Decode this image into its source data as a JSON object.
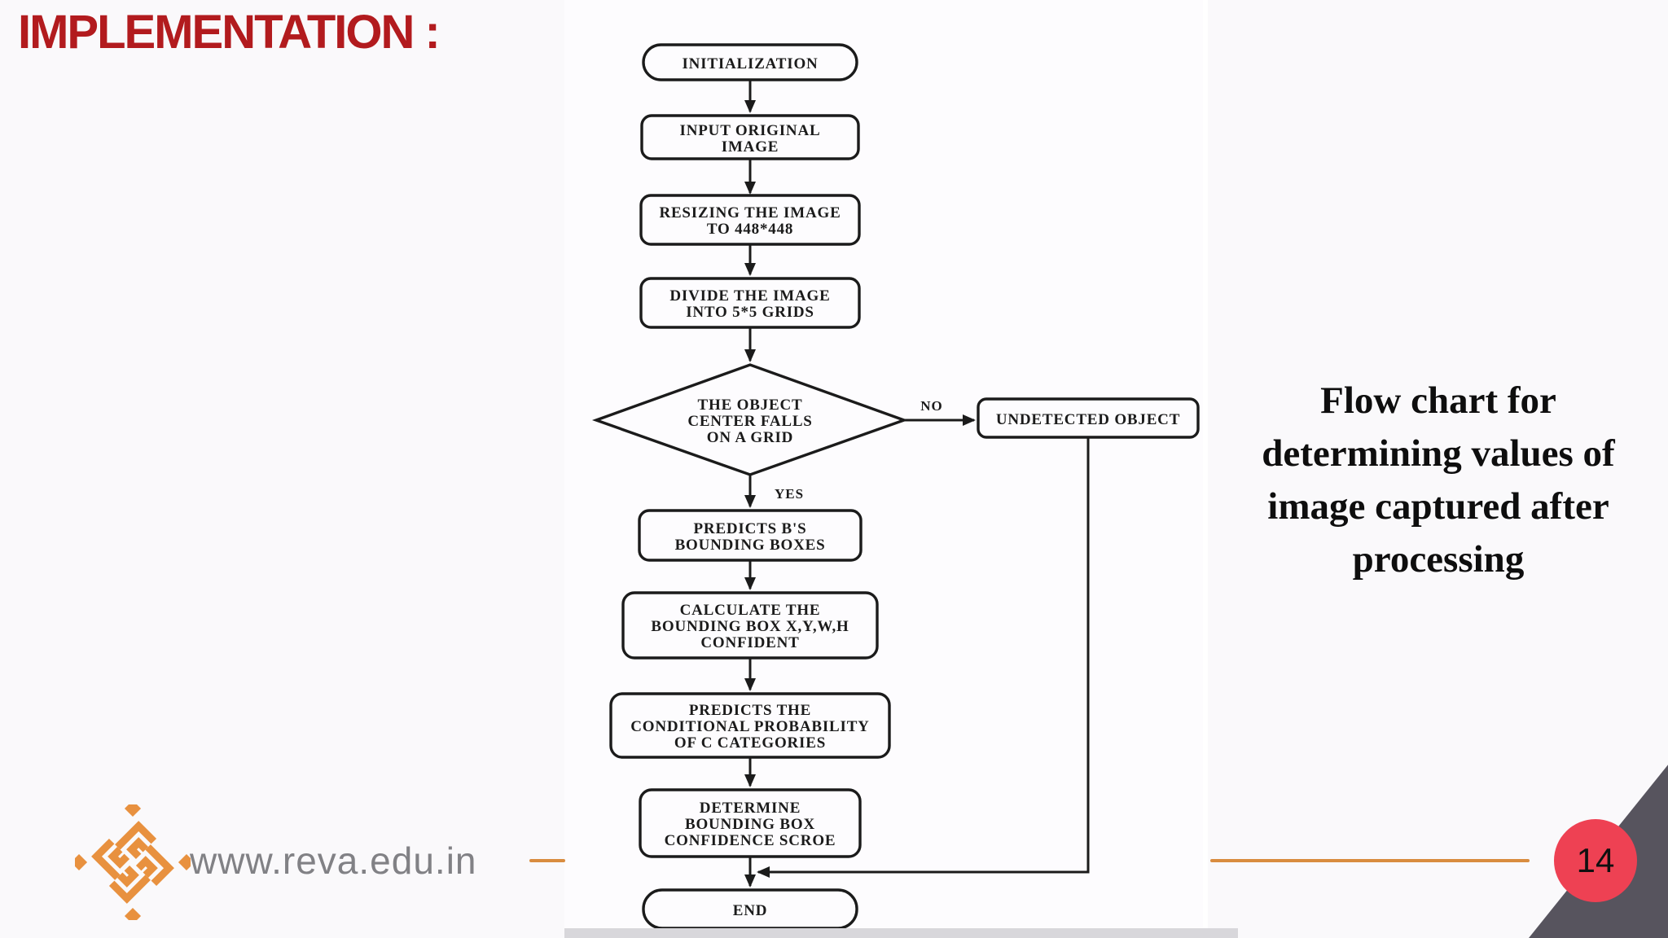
{
  "slide": {
    "title": "IMPLEMENTATION :",
    "caption_lines": [
      "Flow chart for",
      "determining values of",
      "image captured after",
      "processing"
    ],
    "website": "www.reva.edu.in",
    "page_number": "14",
    "colors": {
      "title_red": "#b21b1e",
      "accent_orange": "#d98c3f",
      "logo_orange": "#e8913f",
      "page_badge_red": "#ee4153",
      "corner_triangle_gray": "#57545e",
      "flow_ink": "#1b1b1b"
    }
  },
  "flowchart": {
    "nodes": {
      "init": {
        "type": "terminator",
        "lines": [
          "INITIALIZATION"
        ]
      },
      "input": {
        "type": "process",
        "lines": [
          "INPUT ORIGINAL",
          "IMAGE"
        ]
      },
      "resize": {
        "type": "process",
        "lines": [
          "RESIZING THE IMAGE",
          "TO 448*448"
        ]
      },
      "divide": {
        "type": "process",
        "lines": [
          "DIVIDE THE IMAGE",
          "INTO 5*5 GRIDS"
        ]
      },
      "decision": {
        "type": "decision",
        "lines": [
          "THE OBJECT",
          "CENTER FALLS",
          "ON A GRID"
        ]
      },
      "undetected": {
        "type": "process",
        "lines": [
          "UNDETECTED OBJECT"
        ]
      },
      "predicts": {
        "type": "process",
        "lines": [
          "PREDICTS B'S",
          "BOUNDING BOXES"
        ]
      },
      "calculate": {
        "type": "process",
        "lines": [
          "CALCULATE THE",
          "BOUNDING BOX X,Y,W,H",
          "CONFIDENT"
        ]
      },
      "conditional": {
        "type": "process",
        "lines": [
          "PREDICTS THE",
          "CONDITIONAL PROBABILITY",
          "OF C CATEGORIES"
        ]
      },
      "determine": {
        "type": "process",
        "lines": [
          "DETERMINE",
          "BOUNDING BOX",
          "CONFIDENCE SCROE"
        ]
      },
      "end": {
        "type": "terminator",
        "lines": [
          "END"
        ]
      }
    },
    "edge_labels": {
      "no": "NO",
      "yes": "YES"
    },
    "edges": [
      "init->input",
      "input->resize",
      "resize->divide",
      "divide->decision",
      "decision-NO->undetected",
      "decision-YES->predicts",
      "predicts->calculate",
      "calculate->conditional",
      "conditional->determine",
      "determine->end",
      "undetected->end"
    ]
  }
}
